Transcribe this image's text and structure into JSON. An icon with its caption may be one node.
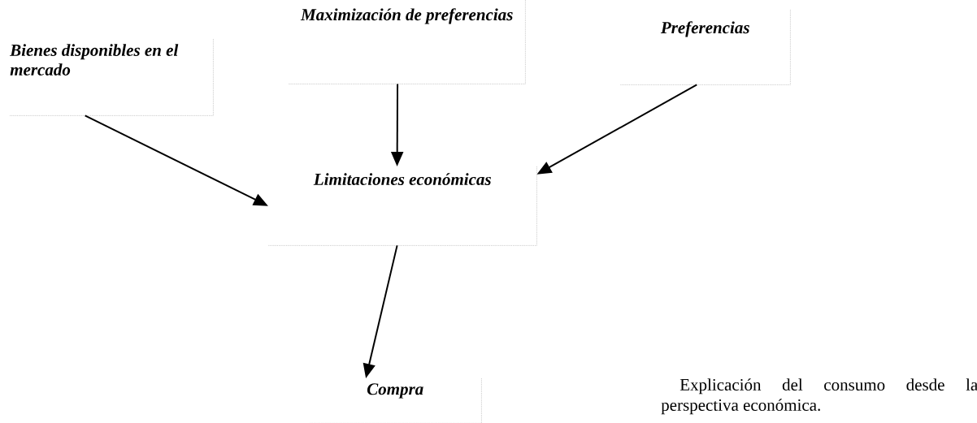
{
  "diagram": {
    "caption": "Explicación del consumo desde la perspectiva económica.",
    "nodes": [
      {
        "text": [
          "Bienes disponibles en el mercado"
        ]
      },
      {
        "text": [
          "Maximización de preferencias"
        ]
      },
      {
        "text": [
          "Preferencias"
        ]
      },
      {
        "text": [
          "Limitaciones económicas"
        ]
      },
      {
        "text": [
          "Compra"
        ]
      }
    ],
    "edges": [
      {
        "from": 0,
        "to": 3,
        "arrow": "to"
      },
      {
        "from": 1,
        "to": 3,
        "arrow": "to"
      },
      {
        "from": 2,
        "to": 3,
        "arrow": "to"
      },
      {
        "from": 3,
        "to": 4,
        "arrow": "to"
      }
    ]
  }
}
